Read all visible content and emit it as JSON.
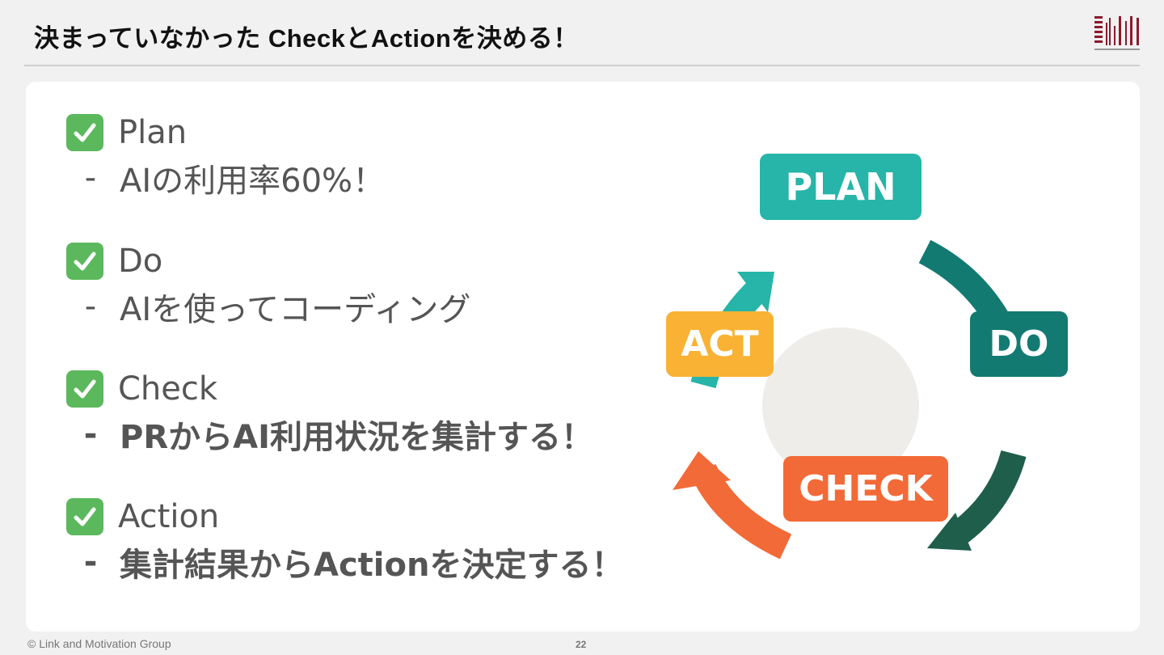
{
  "header": {
    "title": "決まっていなかった CheckとActionを決める！"
  },
  "sections": [
    {
      "label": "Plan",
      "item": "AIの利用率60%！",
      "dash": "-",
      "bold": false
    },
    {
      "label": "Do",
      "item": "AIを使ってコーディング",
      "dash": "-",
      "bold": false
    },
    {
      "label": "Check",
      "item": "PRからAI利用状況を集計する！",
      "dash": "-",
      "bold": true
    },
    {
      "label": "Action",
      "item": "集計結果からActionを決定する！",
      "dash": "-",
      "bold": true
    }
  ],
  "diagram": {
    "plan": "PLAN",
    "do": "DO",
    "check": "CHECK",
    "act": "ACT",
    "colors": {
      "plan": "#26b5a8",
      "do": "#137a72",
      "check": "#f26a37",
      "act": "#f9b233"
    }
  },
  "footer": {
    "copyright": "© Link and Motivation Group",
    "page": "22"
  }
}
